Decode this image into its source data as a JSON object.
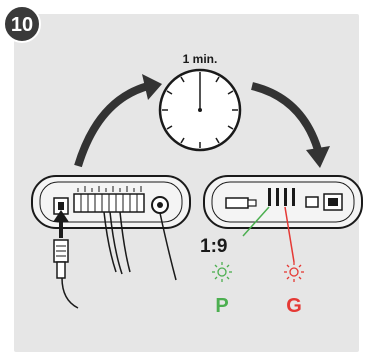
{
  "step": {
    "number": "10"
  },
  "timer": {
    "label": "1 min."
  },
  "ratio": {
    "label": "1:9"
  },
  "leds": {
    "p": {
      "label": "P",
      "color": "#4caf50"
    },
    "g": {
      "label": "G",
      "color": "#e53935"
    }
  },
  "colors": {
    "panel": "#e6e6e6",
    "badge": "#3a3a3a",
    "arrow": "#333333",
    "stroke": "#1a1a1a",
    "led_green": "#4caf50",
    "led_red": "#e53935"
  }
}
